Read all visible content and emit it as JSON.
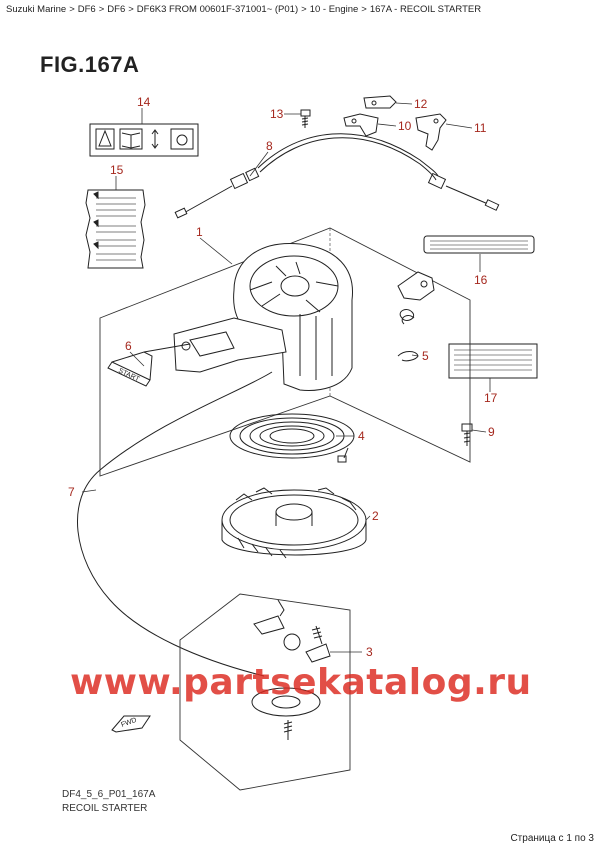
{
  "breadcrumb": [
    "Suzuki Marine",
    "DF6",
    "DF6",
    "DF6K3 FROM 00601F-371001~ (P01)",
    "10 - Engine",
    "167A - RECOIL STARTER"
  ],
  "breadcrumb_sep": ">",
  "figure_title": "FIG.167A",
  "callouts": {
    "c1": "1",
    "c2": "2",
    "c3": "3",
    "c4": "4",
    "c5": "5",
    "c6": "6",
    "c7": "7",
    "c8": "8",
    "c9": "9",
    "c10": "10",
    "c11": "11",
    "c12": "12",
    "c13": "13",
    "c14": "14",
    "c15": "15",
    "c16": "16",
    "c17": "17"
  },
  "handle_text": "START",
  "fwd_text": "FWD",
  "watermark": "www.partsekatalog.ru",
  "footer": {
    "code": "DF4_5_6_P01_167A",
    "name": "RECOIL STARTER"
  },
  "pager": "Страница с 1 по 3",
  "colors": {
    "callout": "#a5281e",
    "watermark": "#dc281e",
    "line": "#222222"
  }
}
